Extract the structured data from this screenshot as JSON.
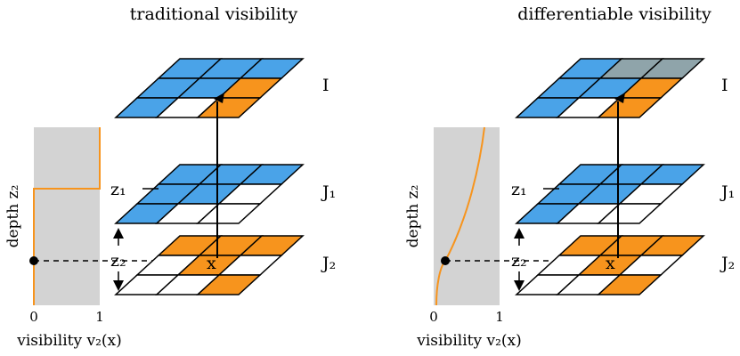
{
  "panels": [
    {
      "title": "traditional visibility",
      "curve": "step",
      "top_colors": [
        [
          "blue",
          "blue",
          "blue"
        ],
        [
          "blue",
          "blue",
          "orange"
        ],
        [
          "blue",
          "white",
          "orange"
        ]
      ]
    },
    {
      "title": "differentiable visibility",
      "curve": "smooth",
      "top_colors": [
        [
          "blue",
          "gray",
          "gray"
        ],
        [
          "blue",
          "blue",
          "orange"
        ],
        [
          "blue",
          "white",
          "orange"
        ]
      ]
    }
  ],
  "layer_labels": {
    "image": "I",
    "layer1": "J₁",
    "layer2": "J₂"
  },
  "depth_labels": {
    "z1": "z₁",
    "z2": "z₂"
  },
  "point_label": "x",
  "axis": {
    "ylabel": "depth z₂",
    "xlabel": "visibility v₂(x)",
    "tick0": "0",
    "tick1": "1"
  },
  "layer1_colors": [
    [
      "blue",
      "blue",
      "blue"
    ],
    [
      "blue",
      "blue",
      "white"
    ],
    [
      "blue",
      "white",
      "white"
    ]
  ],
  "layer2_colors": [
    [
      "orange",
      "orange",
      "orange"
    ],
    [
      "white",
      "orange",
      "white"
    ],
    [
      "white",
      "white",
      "orange"
    ]
  ],
  "colors": {
    "blue": "#4aa3e8",
    "orange": "#f7941d",
    "gray": "#8fa4aa",
    "white": "#ffffff",
    "panel": "#d3d3d3",
    "curve": "#f7941d"
  }
}
